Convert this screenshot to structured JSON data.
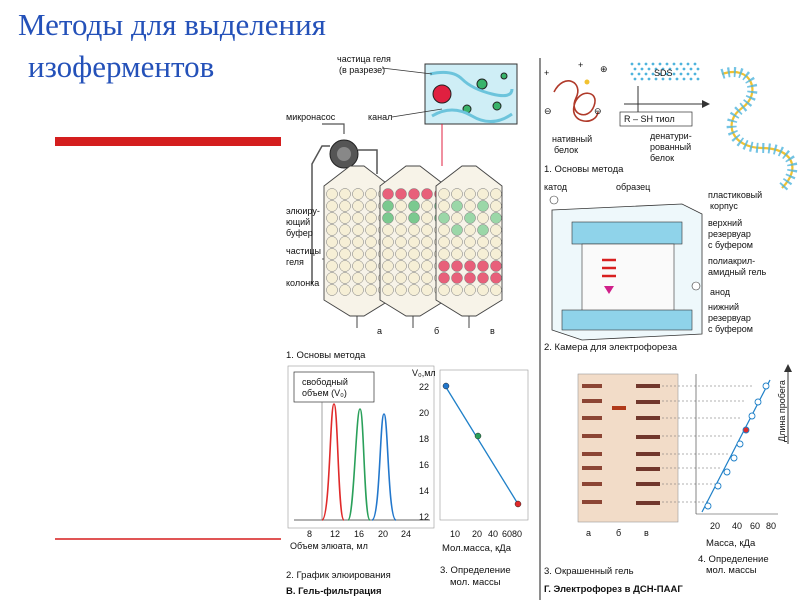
{
  "title": {
    "line1": "Методы для выделения",
    "line2": "изоферментов"
  },
  "gel": {
    "gel_particle": [
      "частица геля",
      "(в разрезе)"
    ],
    "channel": "канал",
    "micropump": "микронасос",
    "eluting_buffer": [
      "элюиру-",
      "ющий",
      "буфер"
    ],
    "gel_particles": [
      "частицы",
      "геля"
    ],
    "column": "колонка",
    "letters": [
      "а",
      "б",
      "в"
    ],
    "caption1": "1. Основы метода",
    "elution": {
      "void_volume": [
        "свободный",
        "объем (V₀)"
      ],
      "xlabel": "Объем элюата, мл",
      "xticks": [
        "8",
        "12",
        "16",
        "20",
        "24"
      ],
      "caption": "2. График элюирования"
    },
    "mass": {
      "ylabel": "V₀,мл",
      "yticks": [
        "22",
        "20",
        "18",
        "16",
        "14",
        "12"
      ],
      "xticks": [
        "10",
        "20",
        "40",
        "6080"
      ],
      "xlabel": "Мол.масса, кДа",
      "caption": [
        "3. Определение",
        "мол. массы"
      ]
    },
    "section": "В. Гель-фильтрация"
  },
  "sds": {
    "sds_label": "SDS",
    "native": [
      "нативный",
      "белок"
    ],
    "thiol": "R – SH тиол",
    "denatured": [
      "денатури-",
      "рованный",
      "белок"
    ],
    "caption1": "1. Основы метода",
    "cathode": "катод",
    "sample": "образец",
    "plastic": [
      "пластиковый",
      "корпус"
    ],
    "upper": [
      "верхний",
      "резервуар",
      "с буфером"
    ],
    "polyacryl": [
      "полиакрил-",
      "амидный гель"
    ],
    "anode": "анод",
    "lower": [
      "нижний",
      "резервуар",
      "с буфером"
    ],
    "caption2": "2. Камера для электрофореза",
    "gel_lanes": [
      "а",
      "б",
      "в"
    ],
    "caption3": "3. Окрашенный гель",
    "run_length": "Длина пробега",
    "mass_xticks": [
      "20",
      "40",
      "60",
      "80"
    ],
    "mass_xlabel": "Масса, кДа",
    "caption4": [
      "4. Определение",
      "мол. массы"
    ],
    "section": "Г. Электрофорез в ДСН-ПААГ"
  }
}
